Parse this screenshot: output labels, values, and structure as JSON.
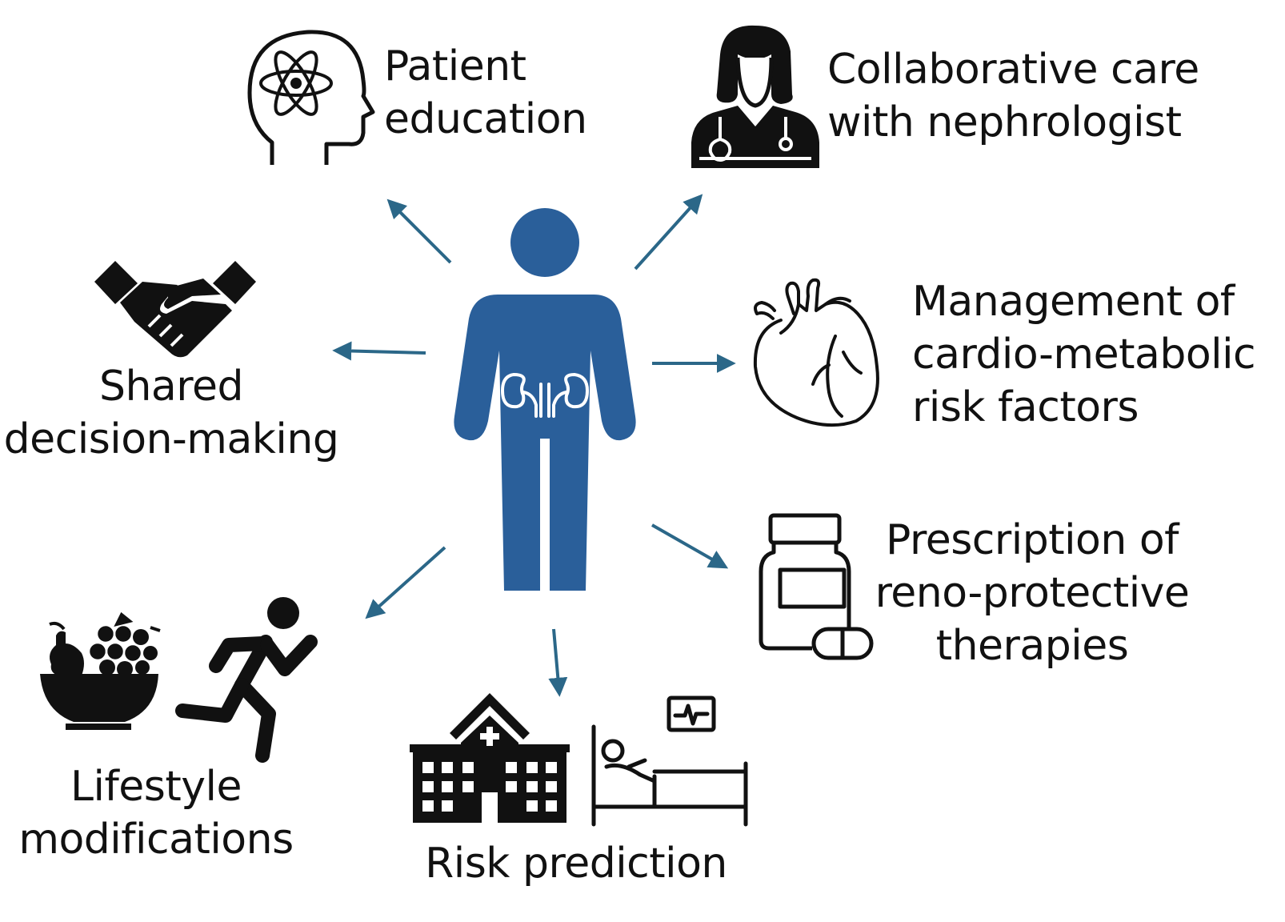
{
  "colors": {
    "accent": "#2a5f9a",
    "arrow": "#2b6788",
    "ink": "#111111"
  },
  "center": {
    "icon": "person-with-kidneys-icon"
  },
  "items": [
    {
      "id": "patient-education",
      "icon": "head-atom-icon",
      "lines": [
        "Patient",
        "education"
      ]
    },
    {
      "id": "collaborative-care",
      "icon": "doctor-stethoscope-icon",
      "lines": [
        "Collaborative care",
        "with nephrologist"
      ]
    },
    {
      "id": "shared-decision",
      "icon": "handshake-icon",
      "lines": [
        "Shared",
        "decision-making"
      ]
    },
    {
      "id": "cardio-metabolic",
      "icon": "heart-icon",
      "lines": [
        "Management of",
        "cardio-metabolic",
        "risk factors"
      ]
    },
    {
      "id": "reno-protective",
      "icon": "medicine-bottle-icon",
      "lines": [
        "Prescription of",
        "reno-protective",
        "therapies"
      ]
    },
    {
      "id": "lifestyle",
      "icon": "fruit-bowl-and-runner-icon",
      "lines": [
        "Lifestyle",
        "modifications"
      ]
    },
    {
      "id": "risk-prediction",
      "icon": "hospital-and-patient-bed-icon",
      "lines": [
        "Risk prediction"
      ]
    }
  ]
}
